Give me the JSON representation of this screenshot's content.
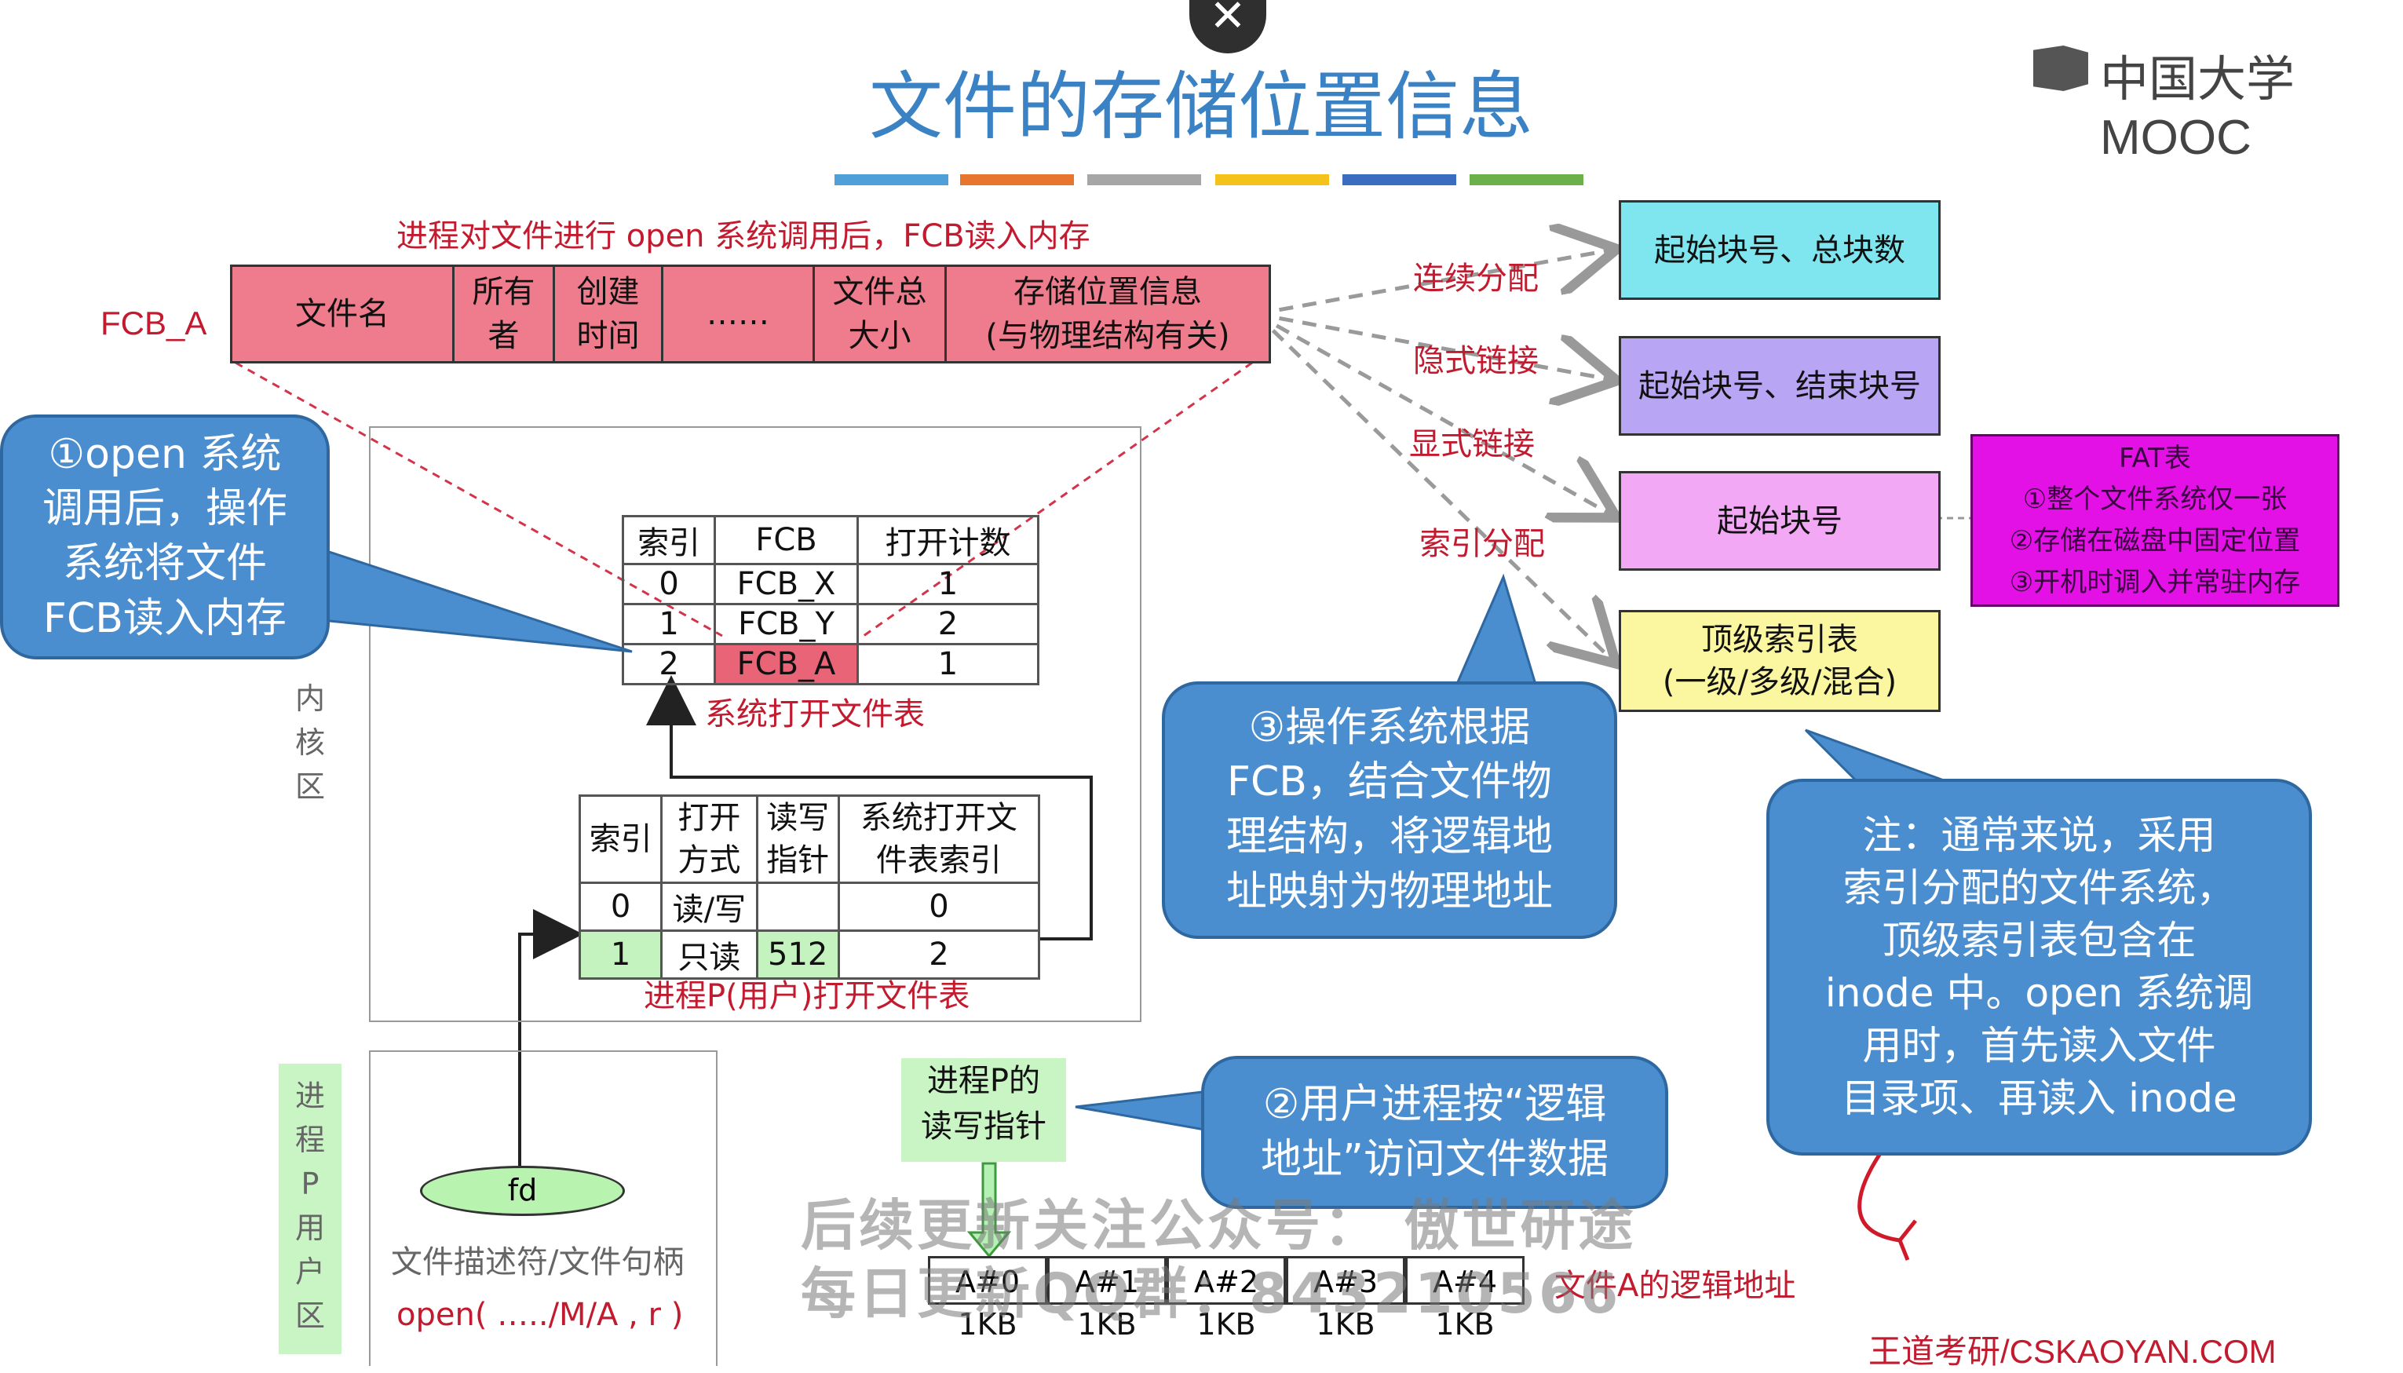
{
  "header": {
    "title": "文件的存储位置信息",
    "logo": "中国大学MOOC",
    "close_icon": "close-icon",
    "color_bars": [
      "#4f9fd8",
      "#e8752d",
      "#a6a6a6",
      "#f5c21c",
      "#3a6cc0",
      "#6cb04a"
    ]
  },
  "fcb": {
    "caption": "进程对文件进行 open 系统调用后，FCB读入内存",
    "label": "FCB_A",
    "fields": [
      "文件名",
      "所有\n者",
      "创建\n时间",
      "……",
      "文件总\n大小",
      "存储位置信息\n(与物理结构有关)"
    ]
  },
  "allocation": {
    "labels": [
      "连续分配",
      "隐式链接",
      "显式链接",
      "索引分配"
    ],
    "boxes": [
      {
        "text": "起始块号、总块数",
        "color": "#7fe6f0"
      },
      {
        "text": "起始块号、结束块号",
        "color": "#b8a6f5"
      },
      {
        "text": "起始块号",
        "color": "#f2a8f5"
      },
      {
        "text": "顶级索引表\n(一级/多级/混合)",
        "color": "#fbf7a0"
      }
    ],
    "fat": {
      "lines": [
        "FAT表",
        "①整个文件系统仅一张",
        "②存储在磁盘中固定位置",
        "③开机时调入并常驻内存"
      ],
      "color": "#e311e6"
    }
  },
  "kernel": {
    "label": "内\n核\n区",
    "system_table": {
      "headers": [
        "索引",
        "FCB",
        "打开计数"
      ],
      "rows": [
        [
          "0",
          "FCB_X",
          "1"
        ],
        [
          "1",
          "FCB_Y",
          "2"
        ],
        [
          "2",
          "FCB_A",
          "1"
        ]
      ],
      "caption": "系统打开文件表"
    },
    "process_table": {
      "headers": [
        "索引",
        "打开\n方式",
        "读写\n指针",
        "系统打开文\n件表索引"
      ],
      "rows": [
        [
          "0",
          "读/写",
          "",
          "0"
        ],
        [
          "1",
          "只读",
          "512",
          "2"
        ]
      ],
      "caption": "进程P(用户)打开文件表"
    }
  },
  "user": {
    "label": "进\n程\nP\n用\n户\n区",
    "fd": "fd",
    "fd_caption": "文件描述符/文件句柄",
    "open_call": "open( …../M/A , r )",
    "rw_pointer": "进程P的\n读写指针",
    "logical_label": "文件A的逻辑地址",
    "blocks": [
      "A#0",
      "A#1",
      "A#2",
      "A#3",
      "A#4"
    ],
    "block_size": "1KB"
  },
  "callouts": {
    "c1": "①open 系统\n调用后，操作\n系统将文件\nFCB读入内存",
    "c2": "②用户进程按“逻辑\n地址”访问文件数据",
    "c3": "③操作系统根据\nFCB，结合文件物\n理结构，将逻辑地\n址映射为物理地址",
    "note": "注：通常来说，采用\n索引分配的文件系统，\n顶级索引表包含在\ninode 中。open 系统调\n用时，首先读入文件\n目录项、再读入 inode"
  },
  "watermark": {
    "line1": "后续更新关注公众号： 傲世研途",
    "line2": "每日更新QQ群：843210566"
  },
  "footer": {
    "url": "王道考研/CSKAOYAN.COM"
  }
}
